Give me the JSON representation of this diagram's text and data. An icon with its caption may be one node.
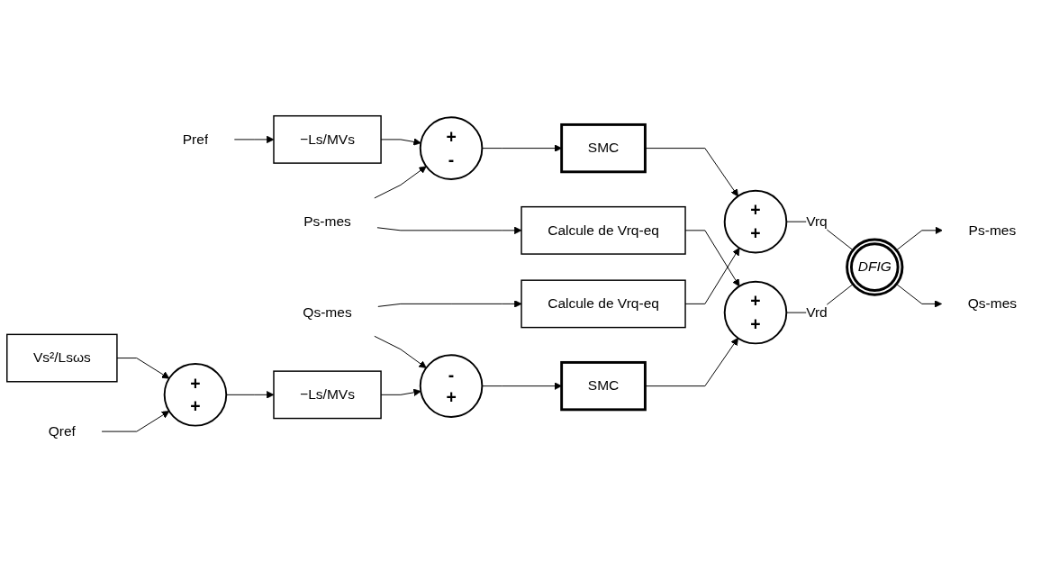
{
  "diagram": {
    "nodes": [
      {
        "text": [
          "Pref"
        ]
      },
      {
        "text": [
          "−Ls/MVs"
        ]
      },
      {
        "text": [
          "+",
          "-"
        ]
      },
      {
        "text": [
          "SMC"
        ]
      },
      {
        "text": [
          "+",
          "+"
        ]
      },
      {
        "text": [
          "Ps-mes"
        ]
      },
      {
        "text": [
          "Calcule de Vrq-eq"
        ]
      },
      {
        "text": [
          "Qs-mes"
        ]
      },
      {
        "text": [
          "Vs²/Lsωs"
        ]
      },
      {
        "text": [
          "Calcule de Vrq-eq"
        ]
      },
      {
        "text": [
          "Qref"
        ]
      },
      {
        "text": [
          "+",
          "+"
        ]
      },
      {
        "text": [
          "−Ls/MVs"
        ]
      },
      {
        "text": [
          "-",
          "+"
        ]
      },
      {
        "text": [
          "SMC"
        ]
      },
      {
        "text": [
          "+",
          "+"
        ]
      },
      {
        "text": [
          "DFIG"
        ]
      },
      {
        "text": [
          "Ps-mes"
        ]
      },
      {
        "text": [
          "Qs-mes"
        ]
      }
    ],
    "edges": [
      {
        "from": 0,
        "to": 1,
        "arrow": "to"
      },
      {
        "from": 1,
        "to": 2,
        "arrow": "to"
      },
      {
        "from": 2,
        "to": 3,
        "arrow": "to"
      },
      {
        "from": 3,
        "to": 4,
        "arrow": "to"
      },
      {
        "from": 6,
        "to": 4,
        "arrow": "to"
      },
      {
        "from": 5,
        "to": 2,
        "arrow": "to"
      },
      {
        "from": 5,
        "to": 9,
        "arrow": "to"
      },
      {
        "from": 7,
        "to": 6,
        "arrow": "to"
      },
      {
        "from": 7,
        "to": 13,
        "arrow": "to"
      },
      {
        "from": 8,
        "to": 11,
        "arrow": "to"
      },
      {
        "from": 10,
        "to": 11,
        "arrow": "to"
      },
      {
        "from": 11,
        "to": 12,
        "arrow": "to"
      },
      {
        "from": 12,
        "to": 13,
        "arrow": "to"
      },
      {
        "from": 13,
        "to": 14,
        "arrow": "to"
      },
      {
        "from": 14,
        "to": 15,
        "arrow": "to"
      },
      {
        "from": 9,
        "to": 15,
        "arrow": "to"
      },
      {
        "from": 4,
        "to": 16,
        "arrow": "none",
        "label": "Vrq"
      },
      {
        "from": 15,
        "to": 16,
        "arrow": "none",
        "label": "Vrd"
      },
      {
        "from": 16,
        "to": 17,
        "arrow": "to"
      },
      {
        "from": 16,
        "to": 18,
        "arrow": "to"
      }
    ]
  }
}
